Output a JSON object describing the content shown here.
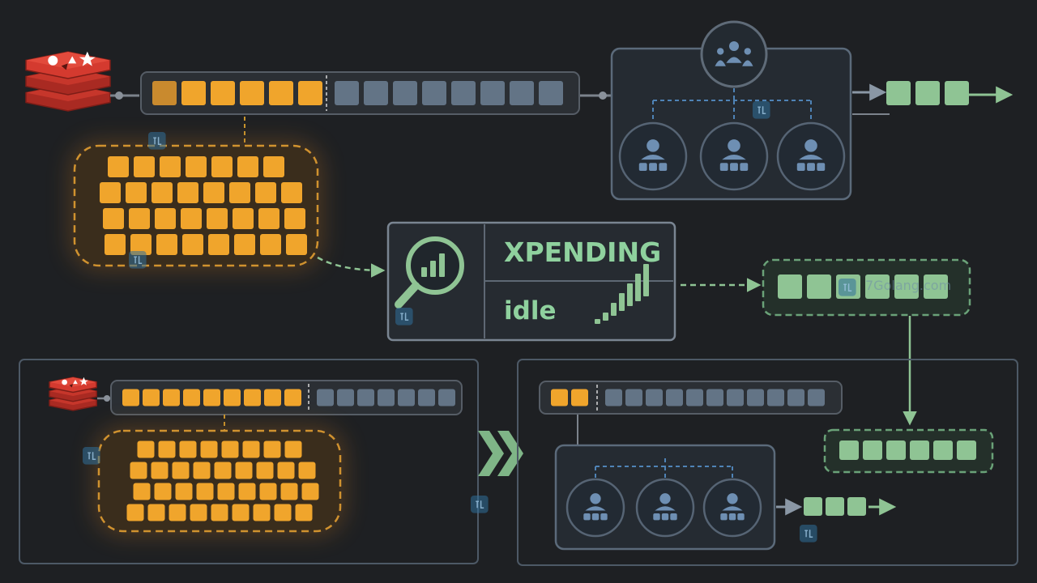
{
  "panel": {
    "command_label": "XPENDING",
    "metric_label": "idle"
  },
  "watermark": {
    "site_text": "7Golang.com"
  },
  "colors": {
    "background": "#1e2023",
    "pending_orange": "#f0a52c",
    "pending_dim": "#c98a2e",
    "acked_gray": "#637486",
    "delivered_green": "#8fc494",
    "redis_red": "#d43a2f",
    "group_border": "#5b6a7a",
    "consumer_blue": "#6e8fb3",
    "link_blue": "#4f83b6",
    "arrow_green": "#8fc494"
  },
  "icons": [
    "redis-logo-icon",
    "users-group-icon",
    "consumer-user-icon",
    "magnifier-chart-icon",
    "signal-bars-icon",
    "double-chevron-right-icon",
    "watermark-badge-icon"
  ]
}
